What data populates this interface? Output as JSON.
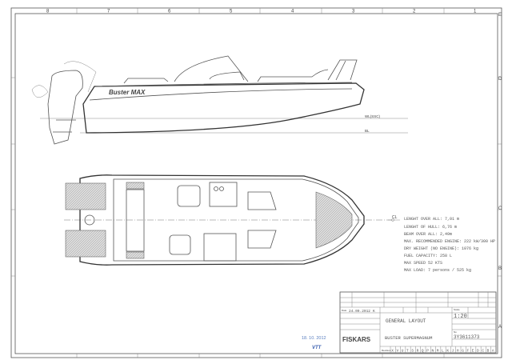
{
  "frame": {
    "column_labels": [
      "8",
      "7",
      "6",
      "5",
      "4",
      "3",
      "2",
      "1"
    ],
    "row_labels": [
      "E",
      "D",
      "C",
      "B",
      "A"
    ]
  },
  "side_view": {
    "brand_mark": "Buster MAX",
    "waterline_label": "WL(SSC)",
    "baseline_label": "BL"
  },
  "plan_view": {
    "centerline_label": "CL"
  },
  "specifications": [
    "LENGHT OVER ALL: 7,01 m",
    "LENGHT OF HULL: 6,76 m",
    "BEAM OVER ALL: 2,49m",
    "MAX. RECOMMENDED ENGINE: 222 kW/300 HP",
    "DRY WEIGHT (NO ENGINE): 1076 kg",
    "FUEL CAPACITY: 258 L",
    "MAX SPEED 52 KTS",
    "MAX LOAD: 7 persons / 525 kg"
  ],
  "stamp": {
    "date": "18. 10. 2012",
    "org": "VTT"
  },
  "title_block": {
    "date_label": "Date",
    "date_value": "24.09.2012",
    "author_initial": "K",
    "title": "GENERAL LAYOUT",
    "subtitle": "BUSTER SUPERMAGNUM",
    "company": "FISKARS",
    "scale_label": "Scale",
    "scale": "1:20",
    "drawing_no_label": "No",
    "drawing_number": "3Y3611373",
    "revision_label": "Revision",
    "revisions": [
      "X",
      "V",
      "U",
      "T",
      "S",
      "R",
      "Q",
      "P",
      "N",
      "M",
      "L",
      "K",
      "J",
      "H",
      "G",
      "F",
      "E",
      "D",
      "C",
      "B",
      "A"
    ]
  }
}
